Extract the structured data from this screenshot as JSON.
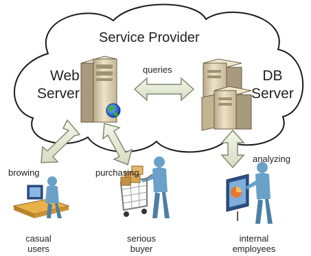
{
  "cloud": {
    "title": "Service Provider"
  },
  "nodes": {
    "web_server": "Web\nServer",
    "db_server": "DB\nServer"
  },
  "edges": {
    "queries": "queries",
    "browsing": "browing",
    "purchasing": "purchasing",
    "analyzing": "analyzing"
  },
  "actors": {
    "casual_users": "casual\nusers",
    "serious_buyer": "serious\nbuyer",
    "internal_employees": "internal\nemployees"
  },
  "colors": {
    "cloud_stroke": "#1a1a1a",
    "arrow_fill": "#e3e8d2",
    "arrow_stroke": "#7d8a72",
    "server_body": "#d8c9a8",
    "person_blue": "#6aa1c8"
  }
}
